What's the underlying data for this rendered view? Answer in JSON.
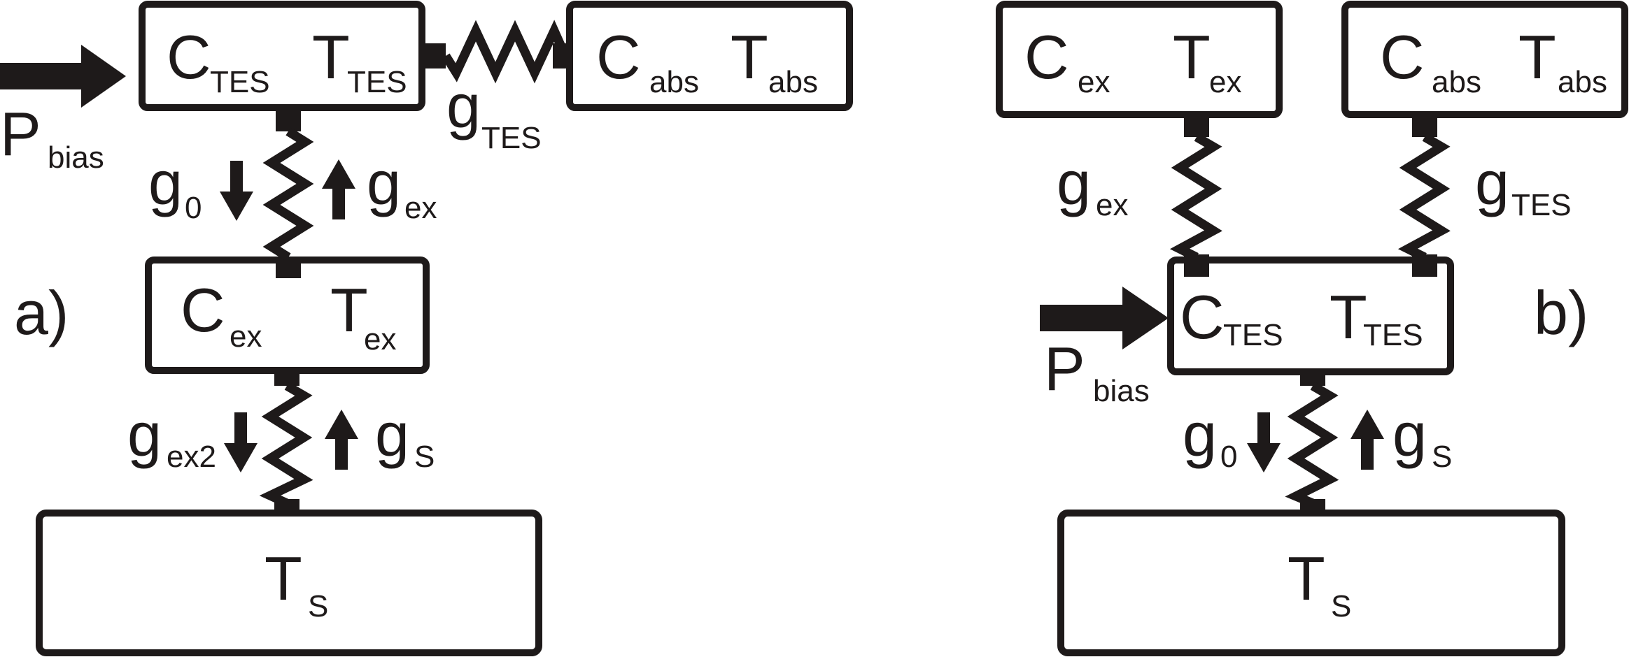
{
  "colors": {
    "ink": "#1e1a1a",
    "background": "#ffffff"
  },
  "panel_a": {
    "panel_label": "a)",
    "bias": {
      "symbol": "P",
      "sub": "bias"
    },
    "tes_box": {
      "c_sym": "C",
      "c_sub": "TES",
      "t_sym": "T",
      "t_sub": "TES"
    },
    "abs_box": {
      "c_sym": "C",
      "c_sub": "abs",
      "t_sym": "T",
      "t_sub": "abs"
    },
    "ex_box": {
      "c_sym": "C",
      "c_sub": "ex",
      "t_sym": "T",
      "t_sub": "ex"
    },
    "bath_box": {
      "t_sym": "T",
      "t_sub": "S"
    },
    "g_tes": {
      "sym": "g",
      "sub": "TES"
    },
    "g_0": {
      "sym": "g",
      "sub": "0"
    },
    "g_ex": {
      "sym": "g",
      "sub": "ex"
    },
    "g_ex2": {
      "sym": "g",
      "sub": "ex2"
    },
    "g_s": {
      "sym": "g",
      "sub": "S"
    }
  },
  "panel_b": {
    "panel_label": "b)",
    "bias": {
      "symbol": "P",
      "sub": "bias"
    },
    "ex_box": {
      "c_sym": "C",
      "c_sub": "ex",
      "t_sym": "T",
      "t_sub": "ex"
    },
    "abs_box": {
      "c_sym": "C",
      "c_sub": "abs",
      "t_sym": "T",
      "t_sub": "abs"
    },
    "tes_box": {
      "c_sym": "C",
      "c_sub": "TES",
      "t_sym": "T",
      "t_sub": "TES"
    },
    "bath_box": {
      "t_sym": "T",
      "t_sub": "S"
    },
    "g_ex": {
      "sym": "g",
      "sub": "ex"
    },
    "g_tes": {
      "sym": "g",
      "sub": "TES"
    },
    "g_0": {
      "sym": "g",
      "sub": "0"
    },
    "g_s": {
      "sym": "g",
      "sub": "S"
    }
  }
}
